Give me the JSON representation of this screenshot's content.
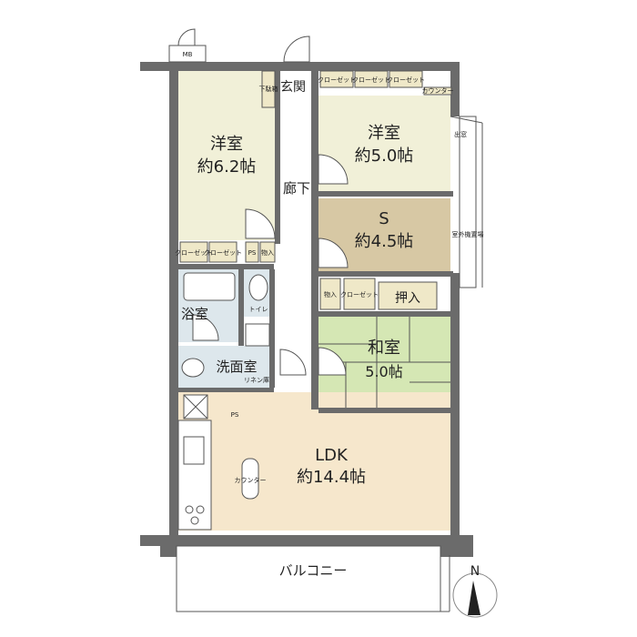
{
  "floorplan": {
    "rooms": {
      "western_room_1": {
        "name": "洋室",
        "size": "約6.2帖"
      },
      "western_room_2": {
        "name": "洋室",
        "size": "約5.0帖"
      },
      "service_room": {
        "name": "S",
        "size": "約4.5帖"
      },
      "japanese_room": {
        "name": "和室",
        "size": "5.0帖"
      },
      "ldk": {
        "name": "LDK",
        "size": "約14.4帖"
      },
      "bath": {
        "name": "浴室"
      },
      "washroom": {
        "name": "洗面室"
      },
      "entrance": {
        "name": "玄関"
      },
      "corridor": {
        "name": "廊下"
      },
      "balcony": {
        "name": "バルコニー"
      },
      "toilet": {
        "name": "トイレ"
      }
    },
    "storage": {
      "closet": "クローゼット",
      "closet_small": "クロー\nゼット",
      "oshiire": "押入",
      "monoire": "物入",
      "linen": "リネン庫",
      "shoe_box": "下駄箱",
      "counter": "カウンター",
      "ps": "PS",
      "mb": "MB",
      "outdoor_unit": "室外機置場",
      "bay_window": "出窓"
    },
    "compass": "N",
    "colors": {
      "wall": "#6b6b6b",
      "western": "#f1f0d8",
      "service": "#d7c8a4",
      "japanese": "#d5e7b4",
      "ldk": "#f6e7cc",
      "wet": "#dde7ec",
      "corridor": "#ffffff",
      "closet": "#efe8c8"
    }
  }
}
